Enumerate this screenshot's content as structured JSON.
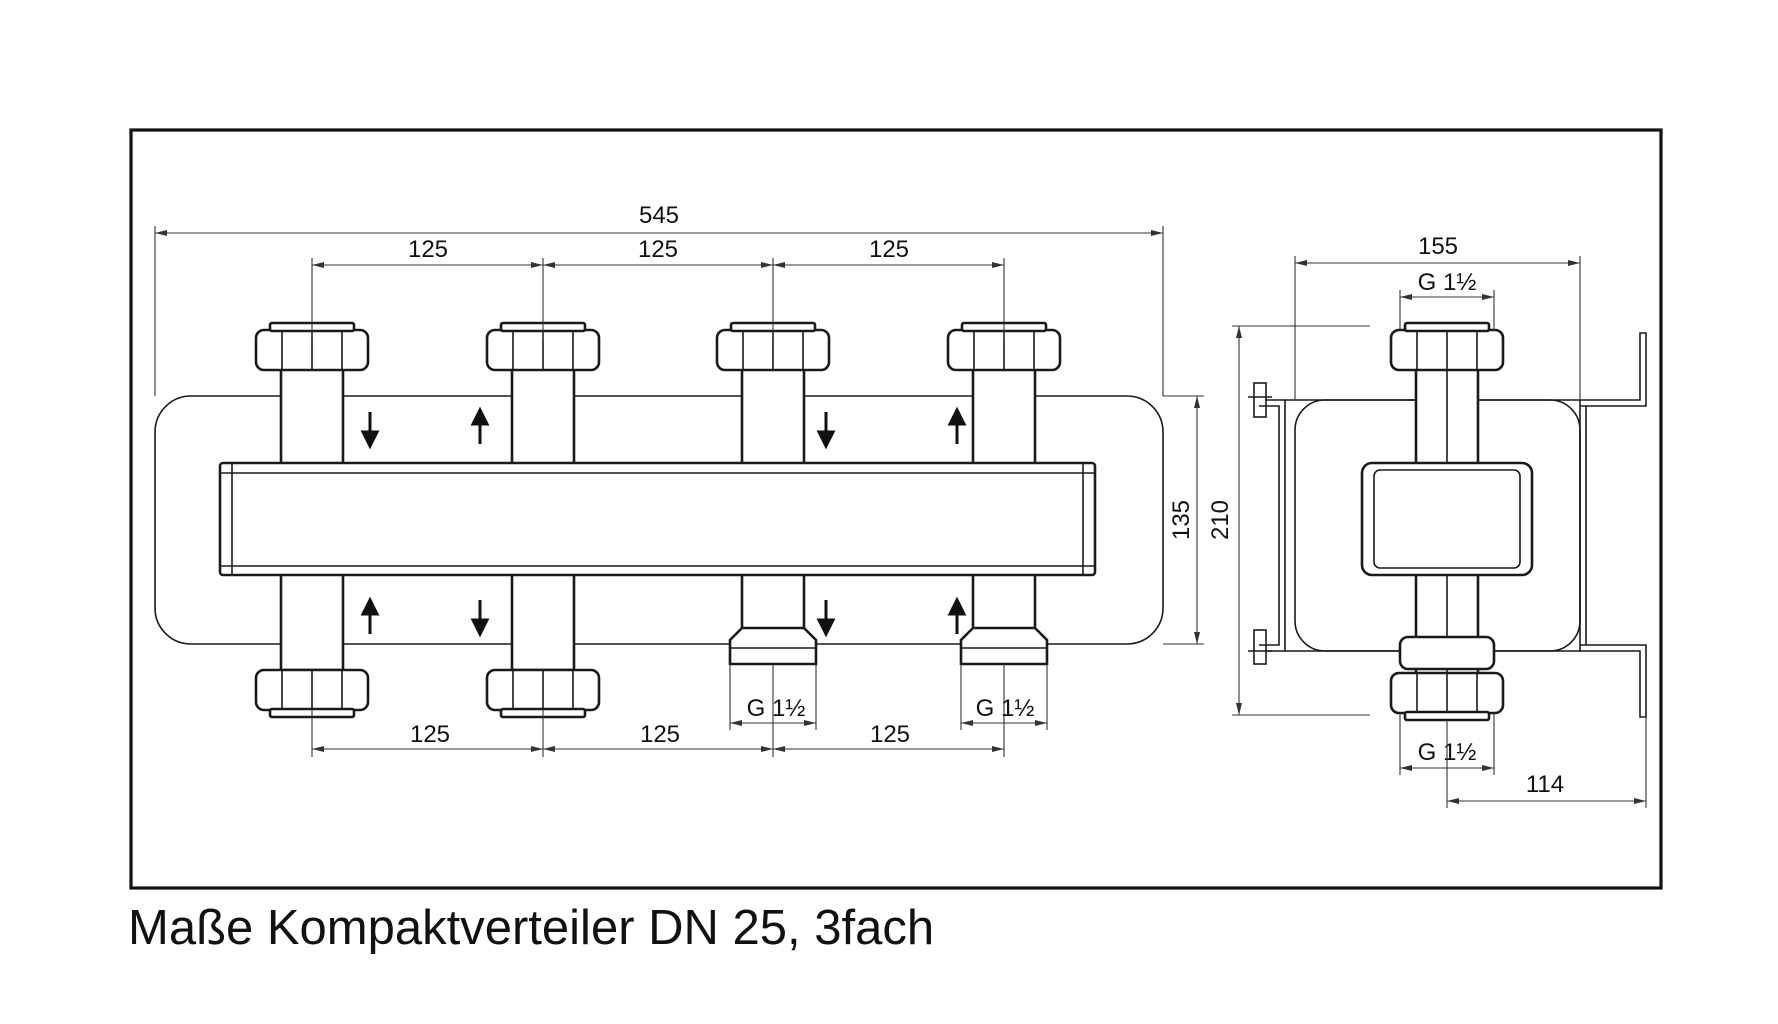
{
  "caption": "Maße Kompaktverteiler DN 25, 3fach",
  "front_view": {
    "overall_width": "545",
    "top_spacing": [
      "125",
      "125",
      "125"
    ],
    "bottom_spacing": [
      "125",
      "125",
      "125"
    ],
    "thread_left": "G 1½",
    "thread_right": "G 1½",
    "height_body": "135",
    "height_total": "210"
  },
  "side_view": {
    "width": "155",
    "thread_top": "G 1½",
    "thread_bottom": "G 1½",
    "bracket_depth": "114"
  }
}
